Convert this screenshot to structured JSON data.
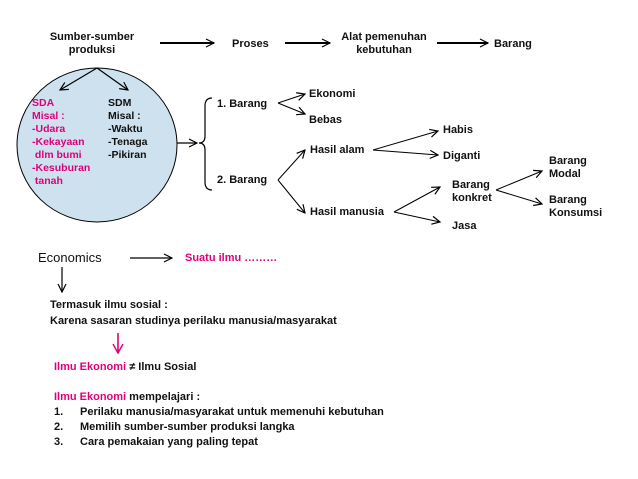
{
  "colors": {
    "accent": "#e0007a",
    "circle_fill": "#cde1ee",
    "line": "#000000"
  },
  "top_row": {
    "source": [
      "Sumber-sumber",
      "produksi"
    ],
    "process": "Proses",
    "tool": [
      "Alat pemenuhan",
      "kebutuhan"
    ],
    "goods": "Barang"
  },
  "circle": {
    "sda": [
      "SDA",
      "Misal :",
      "-Udara",
      "-Kekayaan",
      " dlm bumi",
      "-Kesuburan",
      " tanah"
    ],
    "sdm": [
      "SDM",
      "Misal :",
      "-Waktu",
      "-Tenaga",
      "-Pikiran"
    ]
  },
  "tree": {
    "item1": "1.  Barang",
    "item2": "2.  Barang",
    "economic": "Ekonomi",
    "free": "Bebas",
    "natural": "Hasil alam",
    "human": "Hasil manusia",
    "used_up": "Habis",
    "replaced": "Diganti",
    "concrete": [
      "Barang",
      "konkret"
    ],
    "service": "Jasa",
    "capital": [
      "Barang",
      "Modal"
    ],
    "consumer": [
      "Barang",
      "Konsumsi"
    ]
  },
  "economics": {
    "label": "Economics",
    "definition": "Suatu ilmu ………",
    "social_line1": "Termasuk ilmu sosial :",
    "social_line2": "Karena sasaran studinya perilaku manusia/masyarakat",
    "ineq_left": "Ilmu Ekonomi",
    "ineq_sign": "≠",
    "ineq_right": "Ilmu Sosial",
    "studies_subject": "Ilmu Ekonomi",
    "studies_rest": " mempelajari :",
    "list": [
      {
        "num": "1.",
        "text": "Perilaku manusia/masyarakat untuk memenuhi kebutuhan"
      },
      {
        "num": "2.",
        "text": "Memilih sumber-sumber produksi langka"
      },
      {
        "num": "3.",
        "text": "Cara pemakaian yang paling tepat"
      }
    ]
  }
}
